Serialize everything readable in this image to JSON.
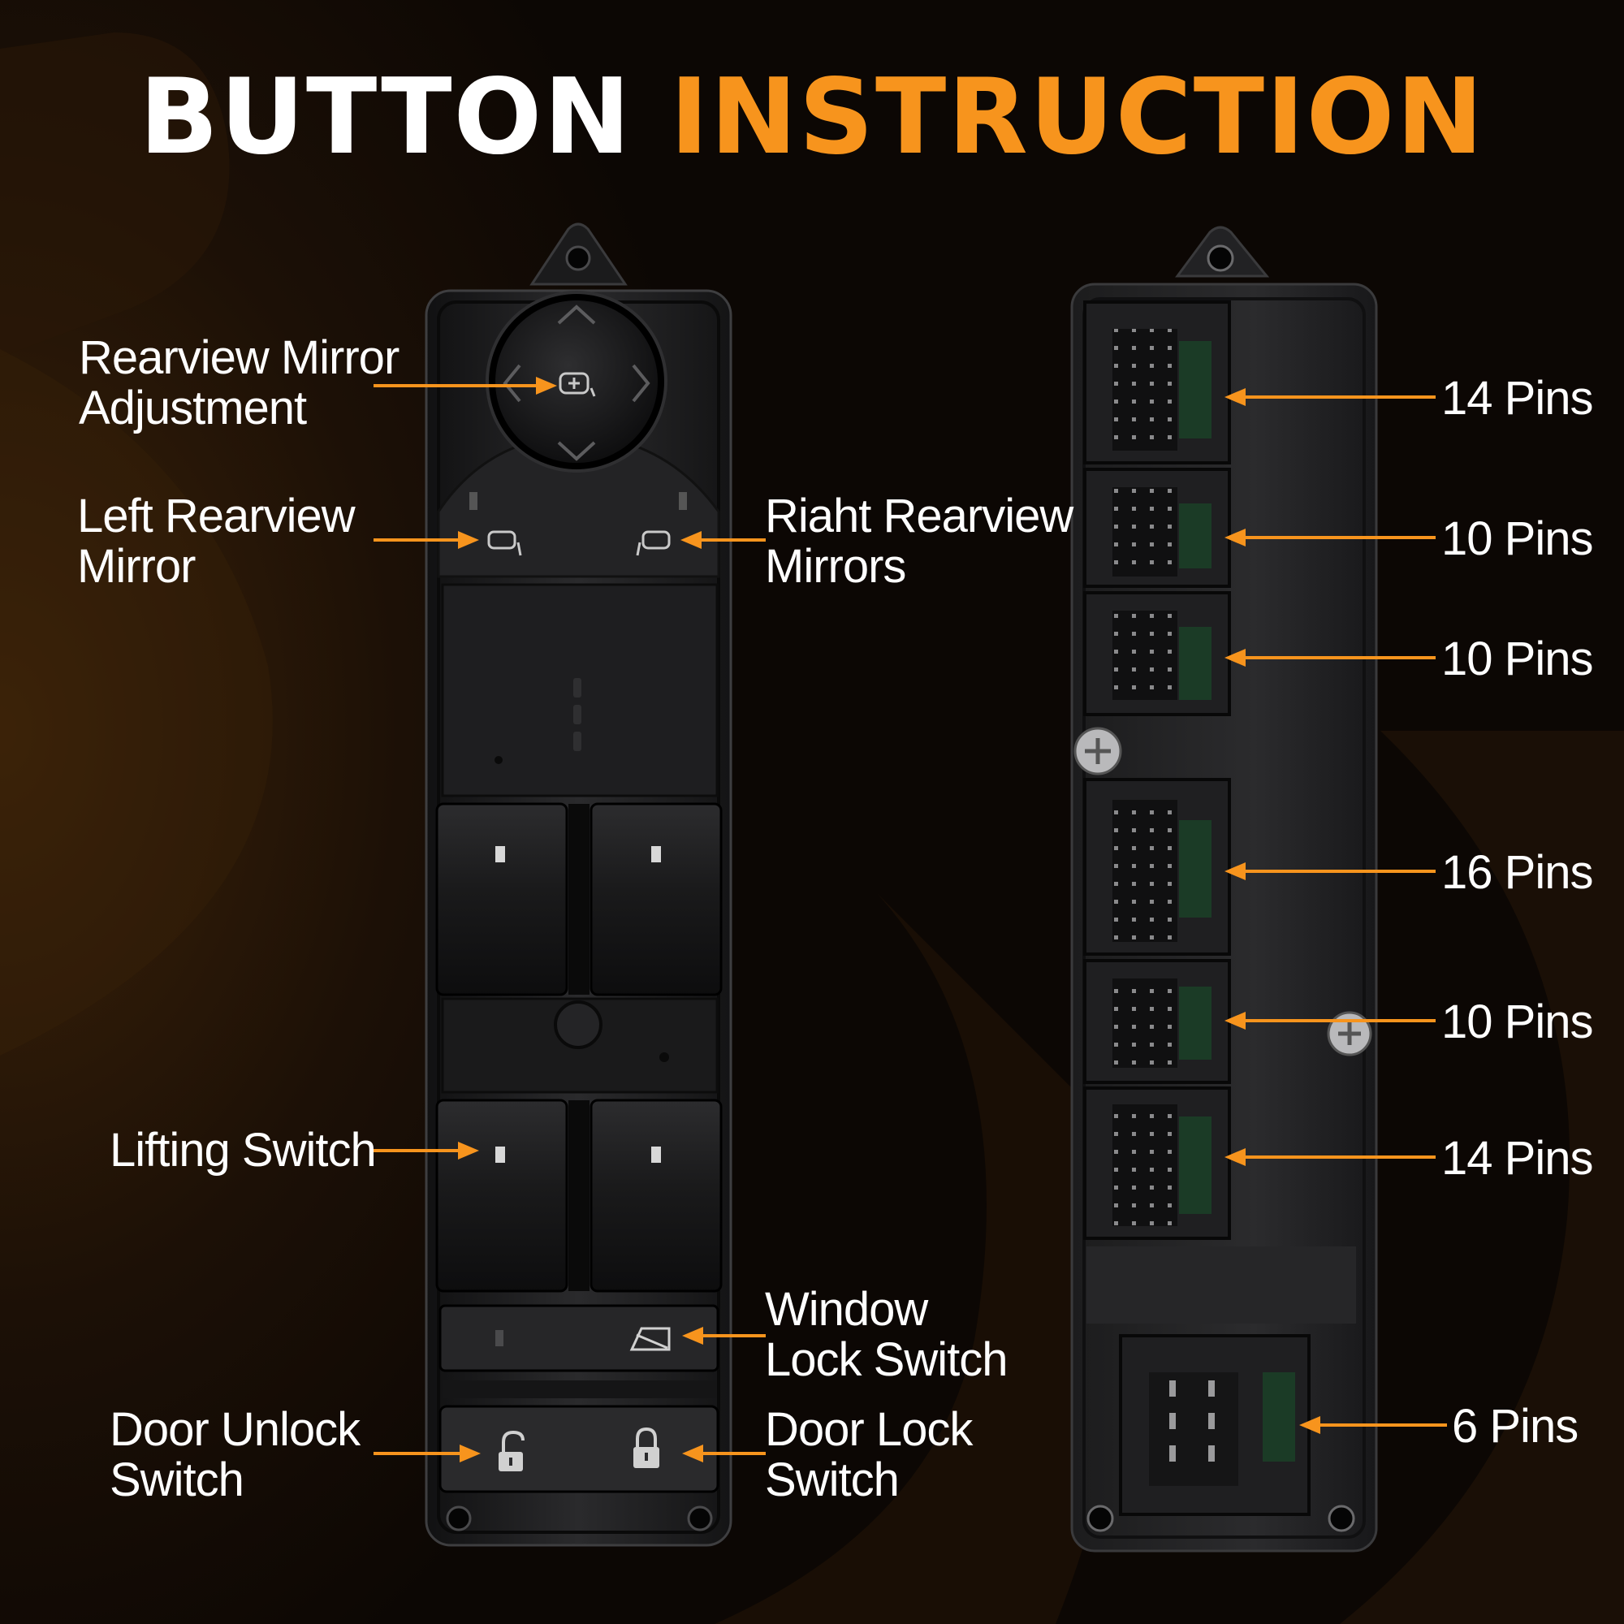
{
  "title": {
    "part1": "BUTTON",
    "part2": "INSTRUCTION"
  },
  "colors": {
    "accent": "#f7941d",
    "text": "#ffffff",
    "background": "#140b05",
    "device": "#1c1c1e"
  },
  "front_labels": {
    "rearview_mirror_adjustment": "Rearview Mirror\nAdjustment",
    "left_rearview_mirror": "Left Rearview\nMirror",
    "right_rearview_mirrors": "Riaht Rearview\nMirrors",
    "lifting_switch": "Lifting Switch",
    "window_lock_switch": "Window\nLock Switch",
    "door_unlock_switch": "Door Unlock\nSwitch",
    "door_lock_switch": "Door Lock\nSwitch"
  },
  "connectors": [
    {
      "label": "14 Pins"
    },
    {
      "label": "10 Pins"
    },
    {
      "label": "10 Pins"
    },
    {
      "label": "16 Pins"
    },
    {
      "label": "10 Pins"
    },
    {
      "label": "14 Pins"
    },
    {
      "label": "6 Pins"
    }
  ],
  "icons": [
    "mirror-adjust-icon",
    "left-mirror-icon",
    "right-mirror-icon",
    "window-lock-icon",
    "unlock-icon",
    "lock-icon"
  ]
}
